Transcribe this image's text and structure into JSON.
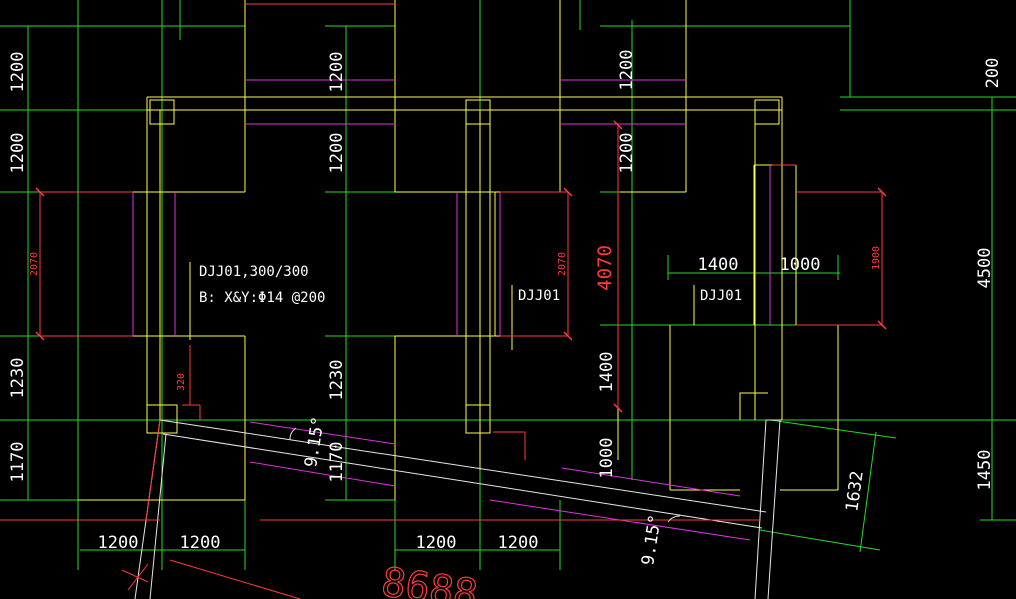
{
  "labels": {
    "footing_main": "DJJ01,300/300",
    "footing_rebar": "B: X&Y:Φ14 @200",
    "footing_mid": "DJJ01",
    "footing_right": "DJJ01"
  },
  "dims": {
    "v_1200_a": "1200",
    "v_1200_b": "1200",
    "v_1230_l": "1230",
    "v_1170_l": "1170",
    "v_1200_c": "1200",
    "v_1200_d": "1200",
    "v_1230_m": "1230",
    "v_1170_m": "1170",
    "v_1200_e": "1200",
    "v_1200_f": "1200",
    "v_4070": "4070",
    "v_1400": "1400",
    "v_1000": "1000",
    "v_200": "200",
    "v_4500": "4500",
    "v_1450": "1450",
    "h_1400": "1400",
    "h_1000": "1000",
    "h_1200_a": "1200",
    "h_1200_b": "1200",
    "h_1200_c": "1200",
    "h_1200_d": "1200",
    "s_1632": "1632",
    "r_2070_l": "2070",
    "r_2070_m": "2070",
    "r_1900": "1900",
    "r_320": "320",
    "r_8688": "8688",
    "angle_a": "9.15°",
    "angle_b": "9.15°"
  },
  "colors": {
    "background": "#000000",
    "grid": "#22dd22",
    "outline": "#ffff44",
    "rebar": "#dd33dd",
    "dimension": "#ff3b3b",
    "text": "#ffffff"
  }
}
